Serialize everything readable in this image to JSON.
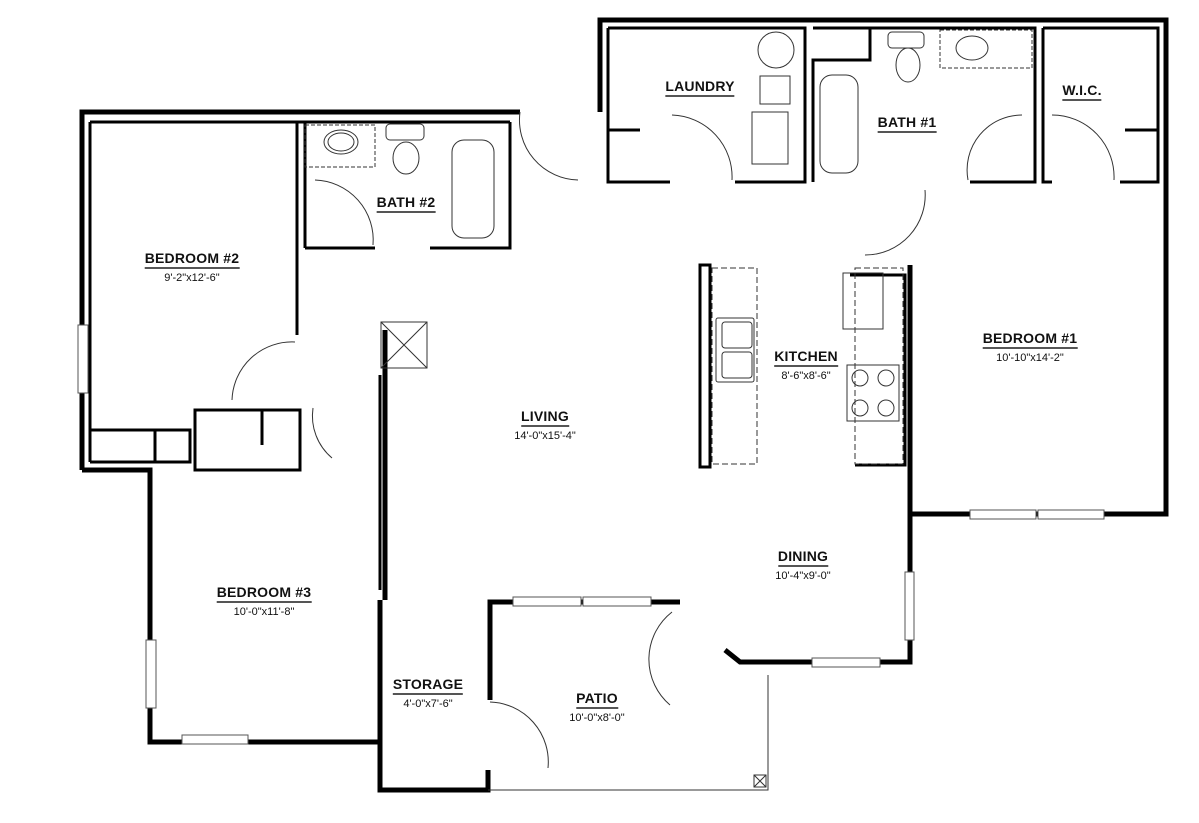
{
  "floorplan": {
    "rooms": [
      {
        "id": "bedroom-2",
        "name": "BEDROOM #2",
        "dims": "9'-2\"x12'-6\""
      },
      {
        "id": "bath-2",
        "name": "BATH #2",
        "dims": ""
      },
      {
        "id": "laundry",
        "name": "LAUNDRY",
        "dims": ""
      },
      {
        "id": "bath-1",
        "name": "BATH #1",
        "dims": ""
      },
      {
        "id": "wic",
        "name": "W.I.C.",
        "dims": ""
      },
      {
        "id": "bedroom-1",
        "name": "BEDROOM #1",
        "dims": "10'-10\"x14'-2\""
      },
      {
        "id": "kitchen",
        "name": "KITCHEN",
        "dims": "8'-6\"x8'-6\""
      },
      {
        "id": "living",
        "name": "LIVING",
        "dims": "14'-0\"x15'-4\""
      },
      {
        "id": "dining",
        "name": "DINING",
        "dims": "10'-4\"x9'-0\""
      },
      {
        "id": "bedroom-3",
        "name": "BEDROOM #3",
        "dims": "10'-0\"x11'-8\""
      },
      {
        "id": "storage",
        "name": "STORAGE",
        "dims": "4'-0\"x7'-6\""
      },
      {
        "id": "patio",
        "name": "PATIO",
        "dims": "10'-0\"x8'-0\""
      }
    ],
    "colors": {
      "wall": "#000000",
      "fixture": "#333333",
      "window": "#555555",
      "label_underline": "#555555"
    }
  }
}
